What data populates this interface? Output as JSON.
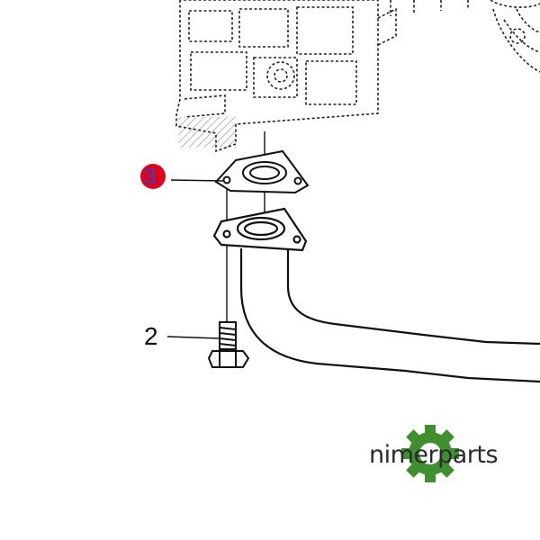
{
  "diagram": {
    "callouts": {
      "bolt": "2",
      "gasket": "3"
    },
    "brand": {
      "name": "nimerparts",
      "gear_color": "#3f8f2f",
      "gear_icon": "gear-icon"
    },
    "highlight_color": "#e0001b",
    "label_color": "#1a4fd6"
  }
}
